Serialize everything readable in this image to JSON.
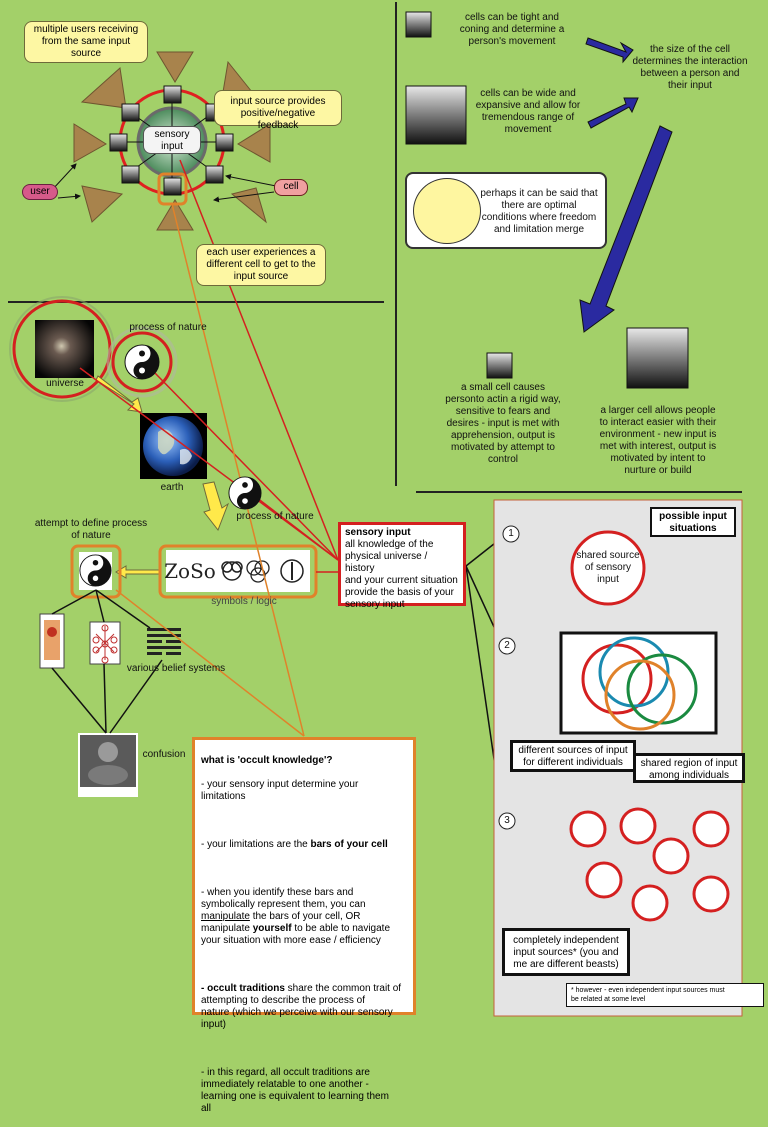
{
  "colors": {
    "background": "#a3d069",
    "accent_red": "#d42020",
    "accent_orange": "#e0822a",
    "arrow_blue": "#2a2aa0",
    "note_yellow": "#fdf7a3"
  },
  "top_left": {
    "note_multiple_users": "multiple users receiving\nfrom the same input\nsource",
    "note_feedback": "input source provides\npositive/negative feedback",
    "note_each_user": "each user experiences a\ndifferent cell to get to the\ninput source",
    "center_label": "sensory\ninput",
    "user_label": "user",
    "cell_label": "cell"
  },
  "top_right": {
    "tight_cells": "cells can be tight and\nconing and determine a\nperson's movement",
    "wide_cells": "cells can be wide and\nexpansive and allow for\ntremendous range of\nmovement",
    "size_of_cell": "the size of the cell\ndetermines the interaction\nbetween a person and\ntheir input",
    "optimal": "perhaps it can be said that\nthere are optimal\nconditions where freedom\nand limitation merge",
    "small_cell": "a small cell causes\npersonto actin a rigid way,\nsensitive to fears and\ndesires - input is met with\napprehension, output is\nmotivated by attempt to\ncontrol",
    "larger_cell": "a larger cell allows people\nto interact easier with their\nenvironment - new input is\nmet with interest, output is\nmotivated by intent to\nnurture or build"
  },
  "middle": {
    "process_of_nature_1": "process of nature",
    "universe": "universe",
    "earth": "earth",
    "process_of_nature_2": "process of nature",
    "attempt_define": "attempt to define process\nof nature",
    "symbols_logic": "symbols / logic",
    "belief_systems": "various belief systems",
    "confusion": "confusion"
  },
  "sensory_box": {
    "title": "sensory input",
    "body": "all knowledge of the\nphysical universe / history\nand your current situation\nprovide the basis of your\nsensory input"
  },
  "occult_box": {
    "title": "what is 'occult knowledge'?",
    "p1": "- your sensory input determine your\nlimitations",
    "p2_pre": "- your limitations are the ",
    "p2_bold": "bars of your cell",
    "p3_a": "- when you identify these bars and\nsymbolically represent them, you can\n",
    "p3_u": "manipulate",
    "p3_b": " the bars of your cell, OR\nmanipulate ",
    "p3_bold": "yourself",
    "p3_c": " to be able to navigate\nyour situation with more ease / efficiency",
    "p4_bold": "- occult traditions",
    "p4_rest": " share the common trait of\nattempting to describe the process of\nnature (which we perceive with our sensory\ninput)",
    "p5": "- in this regard, all occult traditions are\nimmediately relatable to one another -\nlearning one is equivalent to learning them\nall"
  },
  "panel": {
    "title": "possible input\nsituations",
    "n1": "1",
    "n2": "2",
    "n3": "3",
    "shared_source": "shared source\nof sensory\ninput",
    "different_sources": "different sources of input\nfor different individuals",
    "shared_region": "shared region of input\namong individuals",
    "independent": "completely independent\ninput sources* (you and\nme are different beasts)",
    "footnote": "* however - even independent input sources must\nbe related at some level"
  }
}
